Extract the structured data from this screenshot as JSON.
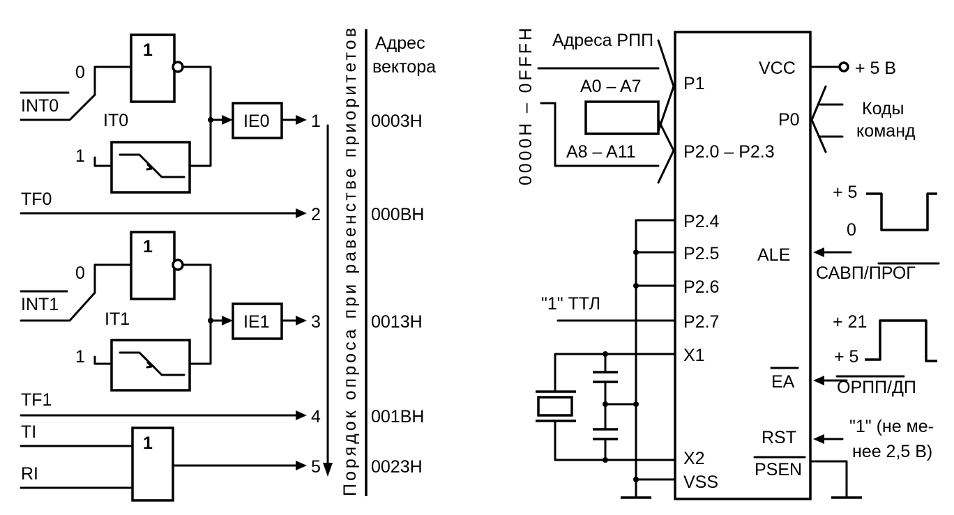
{
  "left_panel": {
    "inputs": {
      "int0": "INT0",
      "it0": "IT0",
      "tf0": "TF0",
      "int1": "INT1",
      "it1": "IT1",
      "tf1": "TF1",
      "ti": "TI",
      "ri": "RI"
    },
    "gates": {
      "one": "1",
      "zero": "0",
      "ie0": "IE0",
      "ie1": "IE1"
    },
    "priority_numbers": [
      "1",
      "2",
      "3",
      "4",
      "5"
    ],
    "priority_axis_label": "Порядок опроса при равенстве приоритетов",
    "vector_header_line1": "Адрес",
    "vector_header_line2": "вектора",
    "vector_addresses": [
      "0003H",
      "000BH",
      "0013H",
      "001BH",
      "0023H"
    ]
  },
  "right_panel": {
    "address_range": "0000H – 0FFFH",
    "rpp_addresses": "Адреса РПП",
    "a0_a7": "A0 – A7",
    "a8_a11": "A8 – A11",
    "ttl_one": "\"1\" ТТЛ",
    "pins_left": [
      "P1",
      "P2.0 – P2.3",
      "P2.4",
      "P2.5",
      "P2.6",
      "P2.7",
      "X1",
      "X2",
      "VSS"
    ],
    "pins_right": {
      "vcc": "VCC",
      "p0": "P0",
      "ale": "ALE",
      "ea": "EA",
      "rst": "RST",
      "psen": "PSEN"
    },
    "vcc_supply": "+ 5 В",
    "codes_line1": "Коды",
    "codes_line2": "команд",
    "ale_high": "+ 5",
    "ale_low": "0",
    "ale_signal": "САВП/ПРОГ",
    "ea_high": "+ 21",
    "ea_low": "+ 5",
    "ea_signal": "ОРПП/ДП",
    "rst_line1": "\"1\" (не ме-",
    "rst_line2": "нее 2,5 В)"
  }
}
